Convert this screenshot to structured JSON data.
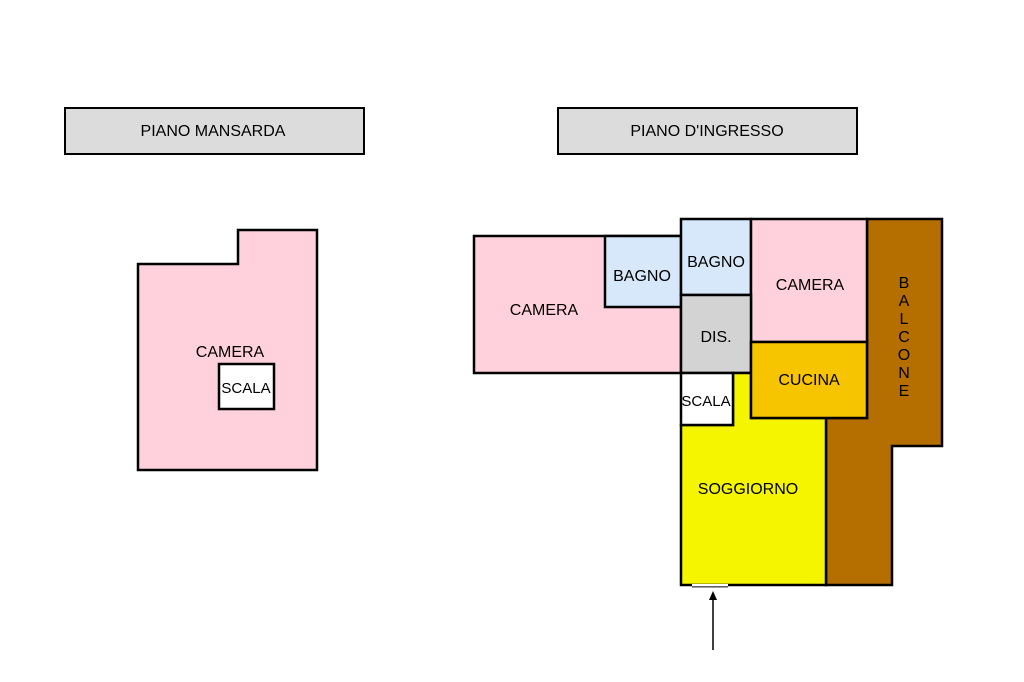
{
  "headers": {
    "mansarda": "PIANO MANSARDA",
    "ingresso": "PIANO D'INGRESSO"
  },
  "mansarda": {
    "camera": "CAMERA",
    "scala": "SCALA"
  },
  "ingresso": {
    "camera_left": "CAMERA",
    "bagno_1": "BAGNO",
    "bagno_2": "BAGNO",
    "camera_right": "CAMERA",
    "dis": "DIS.",
    "cucina": "CUCINA",
    "scala": "SCALA",
    "soggiorno": "SOGGIORNO",
    "balcone": [
      "B",
      "A",
      "L",
      "C",
      "O",
      "N",
      "E"
    ]
  },
  "colors": {
    "camera": "#ffd1dc",
    "bagno": "#d6e8fa",
    "dis": "#d3d3d3",
    "cucina": "#f7c400",
    "soggiorno": "#f5f500",
    "balcone": "#b56f00",
    "header": "#dcdcdc"
  },
  "icons": {
    "entrance": "arrow-up-icon"
  }
}
